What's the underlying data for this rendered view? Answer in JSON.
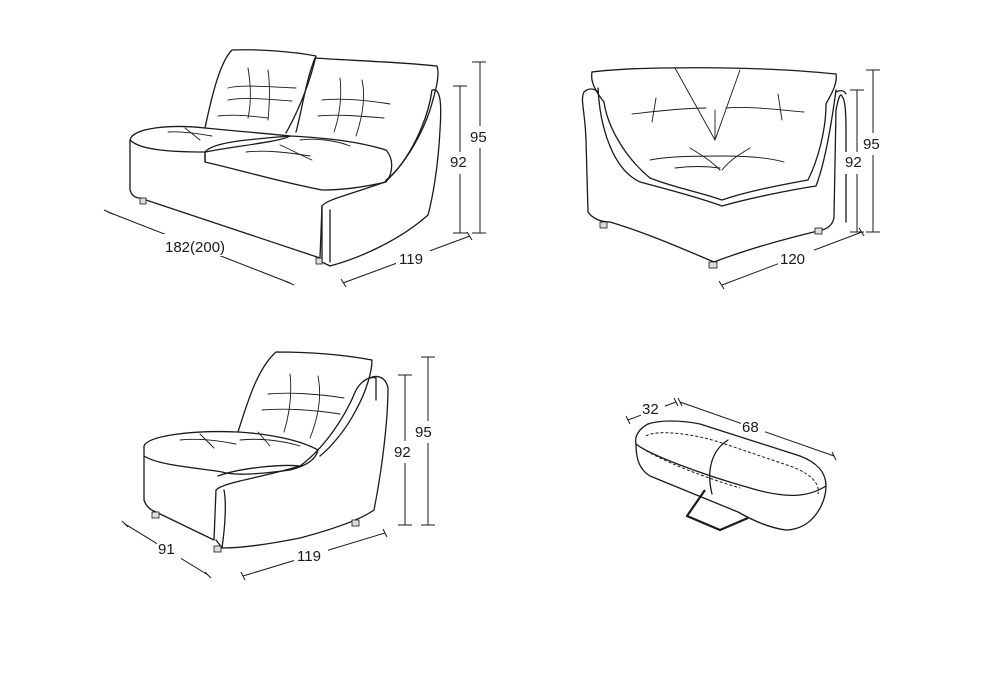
{
  "diagram": {
    "loveseat": {
      "width_label": "182(200)",
      "depth_label": "119",
      "seat_height_label": "92",
      "back_height_label": "95"
    },
    "corner": {
      "depth_label": "120",
      "seat_height_label": "92",
      "back_height_label": "95"
    },
    "armless_chair": {
      "width_label": "91",
      "depth_label": "119",
      "seat_height_label": "92",
      "back_height_label": "95"
    },
    "footrest": {
      "depth_label": "32",
      "width_label": "68"
    }
  }
}
